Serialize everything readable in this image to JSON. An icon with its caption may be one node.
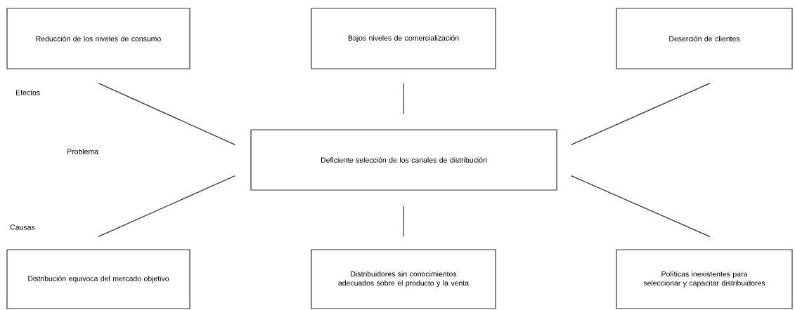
{
  "diagram": {
    "nodes": [
      {
        "text": [
          "Reducción de los niveles de consumo"
        ]
      },
      {
        "text": [
          "Bajos niveles de comercialización"
        ]
      },
      {
        "text": [
          "Deserción de clientes"
        ]
      },
      {
        "text": [
          "Deficiente selección de los canales de distribución"
        ]
      },
      {
        "text": [
          "Distribución equivoca del mercado objetivo"
        ]
      },
      {
        "text": [
          "Distribuidores sin conocimientos adecuados sobre el producto y la venta"
        ]
      },
      {
        "text": [
          "Políticas inexistentes para seleccionar y capacitar distribuidores"
        ]
      }
    ],
    "edges": [
      {
        "from": 3,
        "to": 0,
        "arrow": "none"
      },
      {
        "from": 3,
        "to": 1,
        "arrow": "none"
      },
      {
        "from": 3,
        "to": 2,
        "arrow": "none"
      },
      {
        "from": 3,
        "to": 4,
        "arrow": "none"
      },
      {
        "from": 3,
        "to": 5,
        "arrow": "none"
      },
      {
        "from": 3,
        "to": 6,
        "arrow": "none"
      }
    ],
    "labels": [
      "Efectos",
      "Problema",
      "Causas"
    ]
  }
}
